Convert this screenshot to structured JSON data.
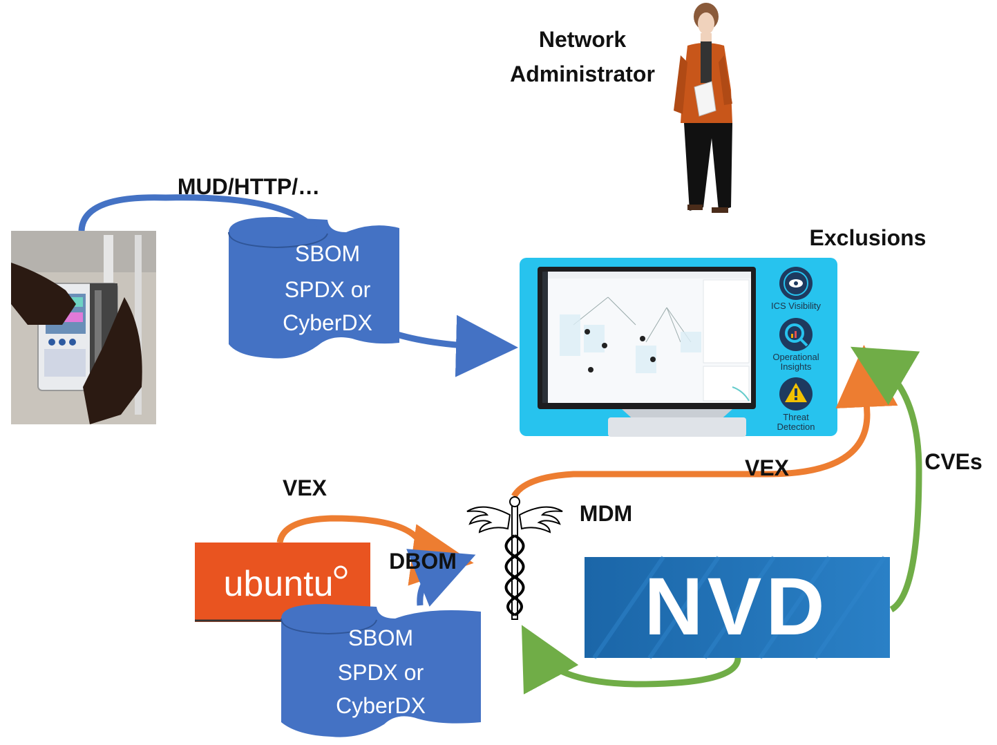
{
  "labels": {
    "admin_line1": "Network",
    "admin_line2": "Administrator",
    "mud": "MUD/HTTP/…",
    "exclusions": "Exclusions",
    "vex_top": "VEX",
    "vex_left": "VEX",
    "cves": "CVEs",
    "mdm": "MDM",
    "dbom": "DBOM"
  },
  "sbom_top": {
    "line1": "SBOM",
    "line2": "SPDX or",
    "line3": "CyberDX"
  },
  "sbom_bottom": {
    "line1": "SBOM",
    "line2": "SPDX or",
    "line3": "CyberDX"
  },
  "monitor_icons": [
    {
      "line1": "ICS Visibility",
      "line2": ""
    },
    {
      "line1": "Operational",
      "line2": "Insights"
    },
    {
      "line1": "Threat",
      "line2": "Detection"
    }
  ],
  "logos": {
    "ubuntu": "ubuntu",
    "nvd": "NVD"
  },
  "colors": {
    "blue_arrow": "#4472C4",
    "orange_arrow": "#ED7D31",
    "green_arrow": "#70AD47",
    "monitor_bezel": "#27C3EE",
    "ubuntu_orange": "#E95420",
    "nvd_blue": "#1F6FB5"
  }
}
